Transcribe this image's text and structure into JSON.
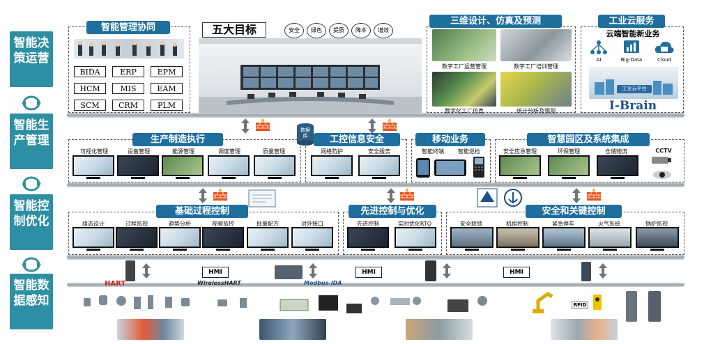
{
  "side_labels": [
    "智能决策运营",
    "智能生产管理",
    "智能控制优化",
    "智能数据感知"
  ],
  "top": {
    "mgmt_banner": "智能管理协同",
    "systems": [
      "BIDA",
      "ERP",
      "EPM",
      "HCM",
      "MIS",
      "EAM",
      "SCM",
      "CRM",
      "PLM"
    ],
    "goals_title": "五大目标",
    "goals": [
      "安全",
      "绿色",
      "提质",
      "降本",
      "增效"
    ],
    "sim_banner": "三维设计、仿真及预测",
    "sim_captions": [
      "数字工厂运营管理",
      "数字工厂培训管理",
      "数字化工厂仿真",
      "统计分析及预测"
    ],
    "cloud_banner": "工业云服务",
    "cloud_subtitle": "云端智能新业务",
    "cloud_icons": [
      "AI",
      "Big-Data",
      "Cloud"
    ],
    "cloud_sign": "工业云平台",
    "cloud_brand": "I-Brain"
  },
  "middle": {
    "db_label": "数据库",
    "prod_banner": "生产制造执行",
    "prod_items": [
      "可视化管理",
      "设备管理",
      "能源管理",
      "调度管理",
      "质量管理"
    ],
    "ics_banner": "工控信息安全",
    "ics_items": [
      "网络防护",
      "安全服务"
    ],
    "mobile_banner": "移动业务",
    "mobile_items": [
      "智能终端",
      "智能巡检"
    ],
    "park_banner": "智慧园区及系统集成",
    "park_items": [
      "安全应急管理",
      "环保管理",
      "仓储物流",
      "CCTV"
    ]
  },
  "control": {
    "basic_banner": "基础过程控制",
    "basic_items": [
      "组态设计",
      "过程监视",
      "趋势分析",
      "视频监控",
      "批量配方",
      "对外接口"
    ],
    "adv_banner": "先进控制与优化",
    "adv_items": [
      "先进控制",
      "实时优化RTO"
    ],
    "safety_banner": "安全和关键控制",
    "safety_items": [
      "安全联锁",
      "机组控制",
      "紧急停车",
      "火气系统",
      "锅炉监视"
    ]
  },
  "field": {
    "hmi_labels": [
      "HMI",
      "HMI",
      "HMI"
    ],
    "protocols": [
      "HART",
      "WirelessHART",
      "Modbus-IDA"
    ],
    "rfid_label": "RFID"
  },
  "colors": {
    "side": "#2e8fa4",
    "banner": "#1f6f9e",
    "arrow": "#6e7478",
    "firewall": "#e8541c"
  }
}
